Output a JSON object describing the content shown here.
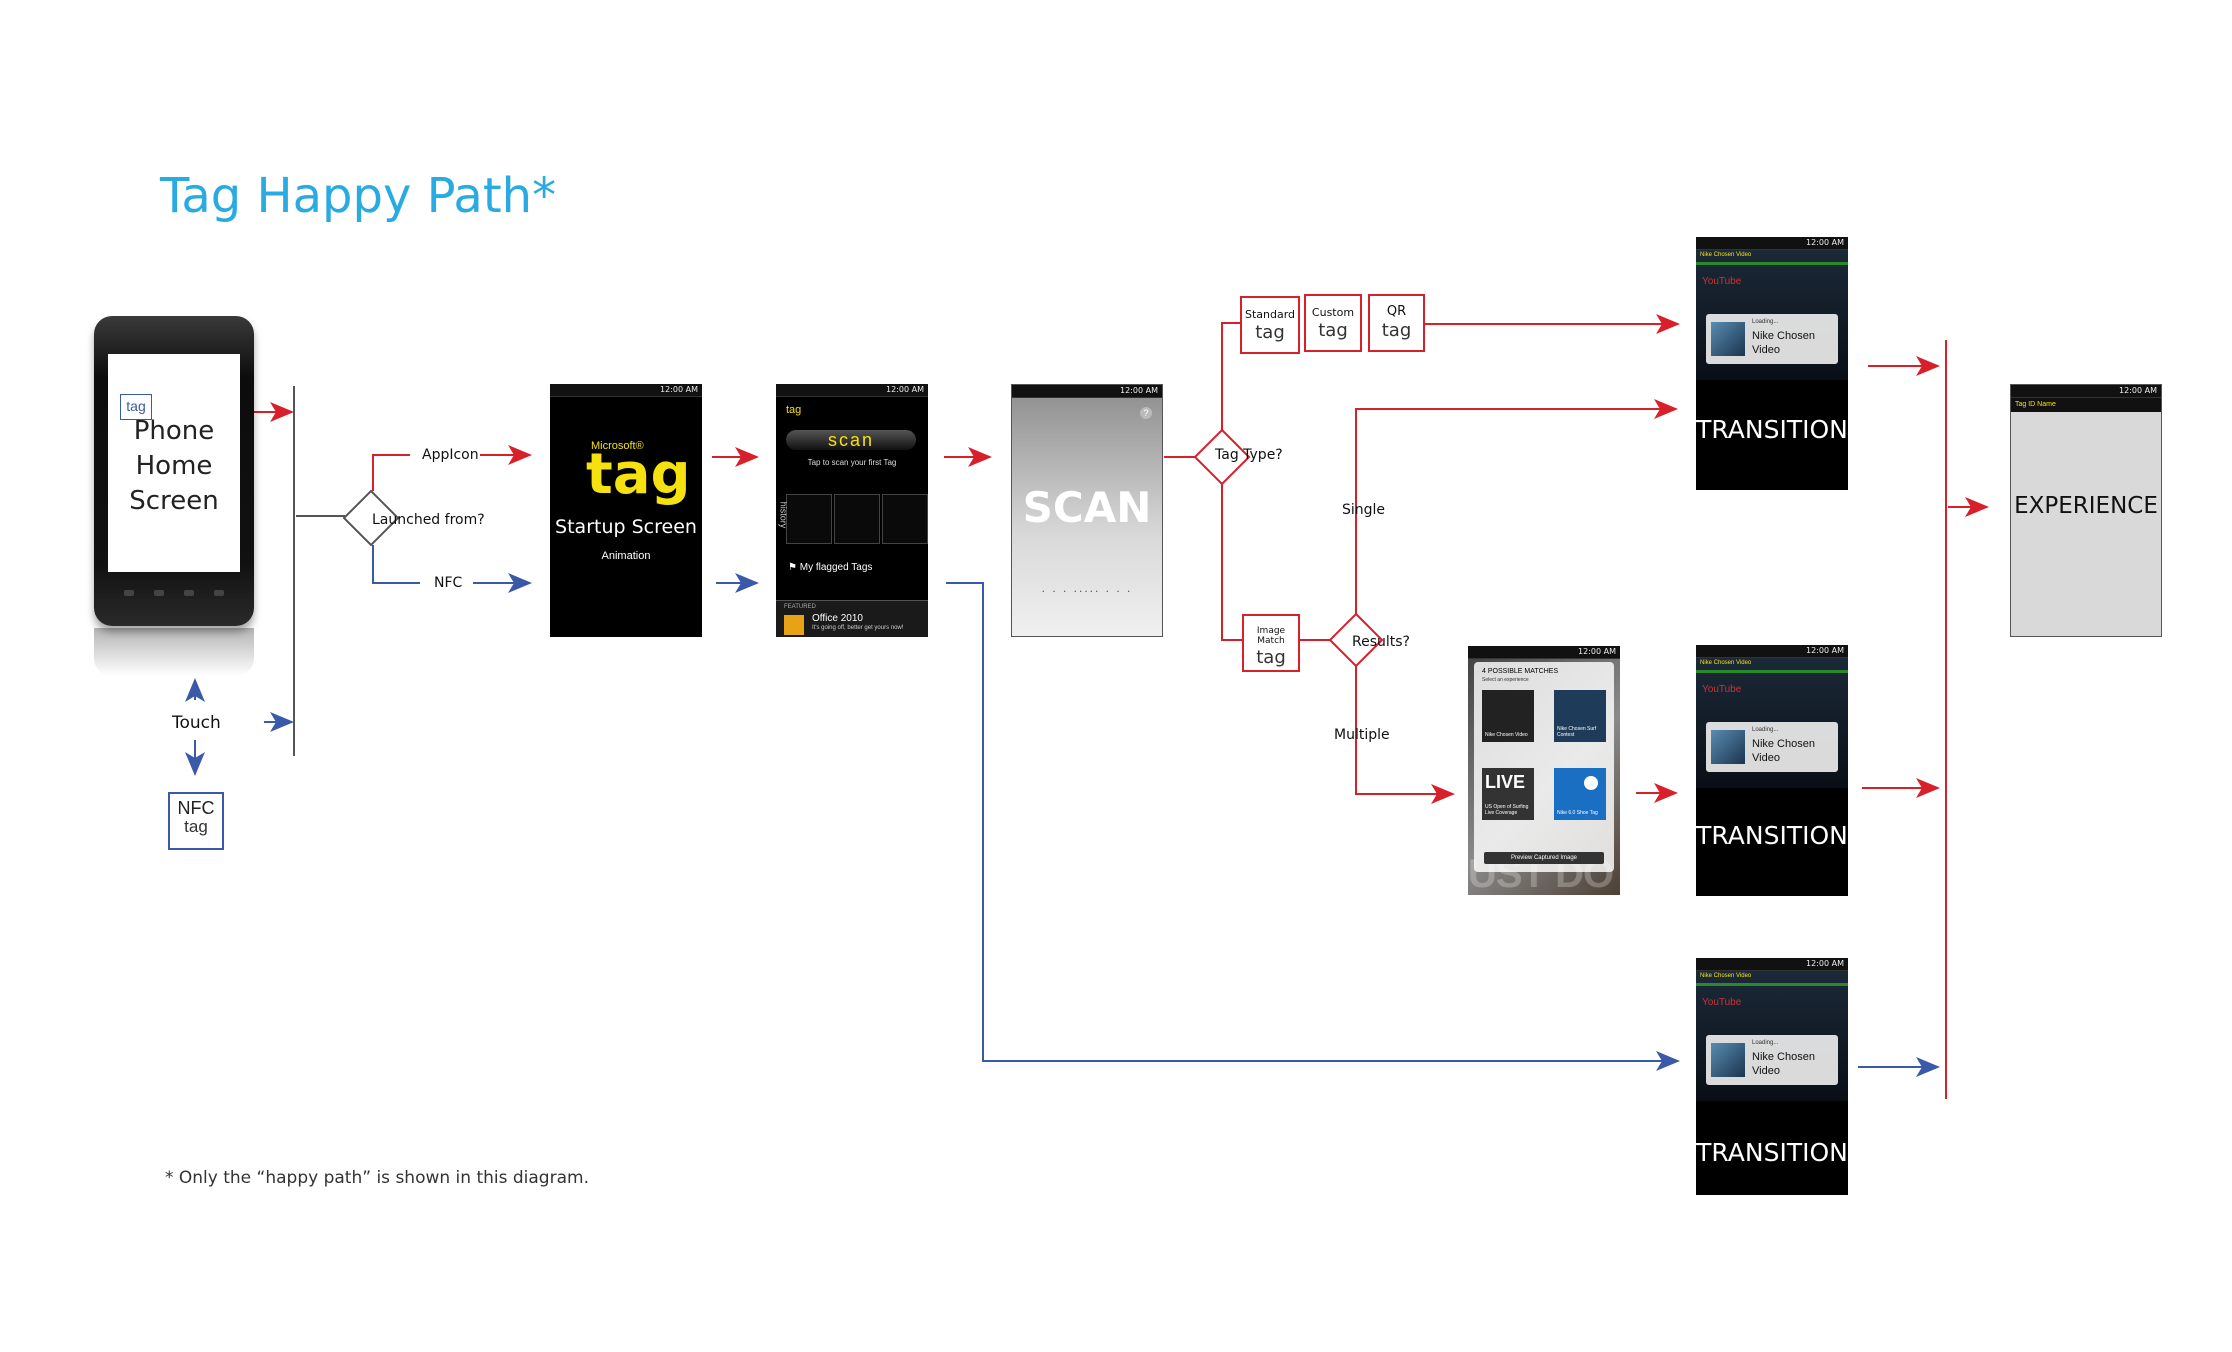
{
  "title": "Tag Happy Path*",
  "footnote": "* Only the “happy path” is shown in this diagram.",
  "phone": {
    "label_lines": [
      "Phone",
      "Home",
      "Screen"
    ],
    "icon_text": "tag"
  },
  "labels": {
    "appicon": "AppIcon",
    "launched_from": "Launched from?",
    "nfc": "NFC",
    "touch": "Touch",
    "tag_type": "Tag Type?",
    "results": "Results?",
    "single": "Single",
    "multiple": "Multiple"
  },
  "nfc_box": {
    "line1": "NFC",
    "line2": "tag"
  },
  "tag_types": [
    {
      "name": "Standard",
      "glyph": "tag"
    },
    {
      "name": "Custom",
      "glyph": "tag"
    },
    {
      "name": "QR",
      "glyph": "tag"
    },
    {
      "name": "Image Match",
      "glyph": "tag"
    }
  ],
  "startup_screen": {
    "brand": "Microsoft®",
    "logo": "tag",
    "caption": "Startup Screen",
    "sub": "Animation"
  },
  "app_screen": {
    "brand": "tag",
    "scan_button": "scan",
    "hint": "Tap to scan your first Tag",
    "history_tab": "history",
    "flagged": "My flagged Tags",
    "featured_label": "FEATURED",
    "featured_title": "Office 2010",
    "featured_desc": "It's going off, better get yours now!"
  },
  "scan_screen": {
    "caption": "SCAN",
    "dots": ". . . ..... . . ."
  },
  "matches_screen": {
    "heading": "4 POSSIBLE MATCHES",
    "sub": "Select an experience",
    "items": [
      "Nike Chosen Video",
      "Nike Chosen Surf Contest",
      "US Open of Surfing Live Coverage",
      "Nike 6.0 Shoe Tag"
    ],
    "preview_button": "Preview Captured Image",
    "bg_text": "UST DO IT"
  },
  "transition_screen": {
    "caption": "TRANSITION",
    "header": "Nike Chosen Video",
    "youtube": "YouTube",
    "loading": "Loading...",
    "title_lines": [
      "Nike Chosen",
      "Video"
    ]
  },
  "experience_screen": {
    "caption": "EXPERIENCE",
    "header": "Tag ID Name"
  },
  "status_time": "12:00 AM",
  "colors": {
    "title": "#29abe2",
    "red": "#d8202b",
    "blue": "#3a59a8",
    "tag_yellow": "#f5e10f"
  }
}
